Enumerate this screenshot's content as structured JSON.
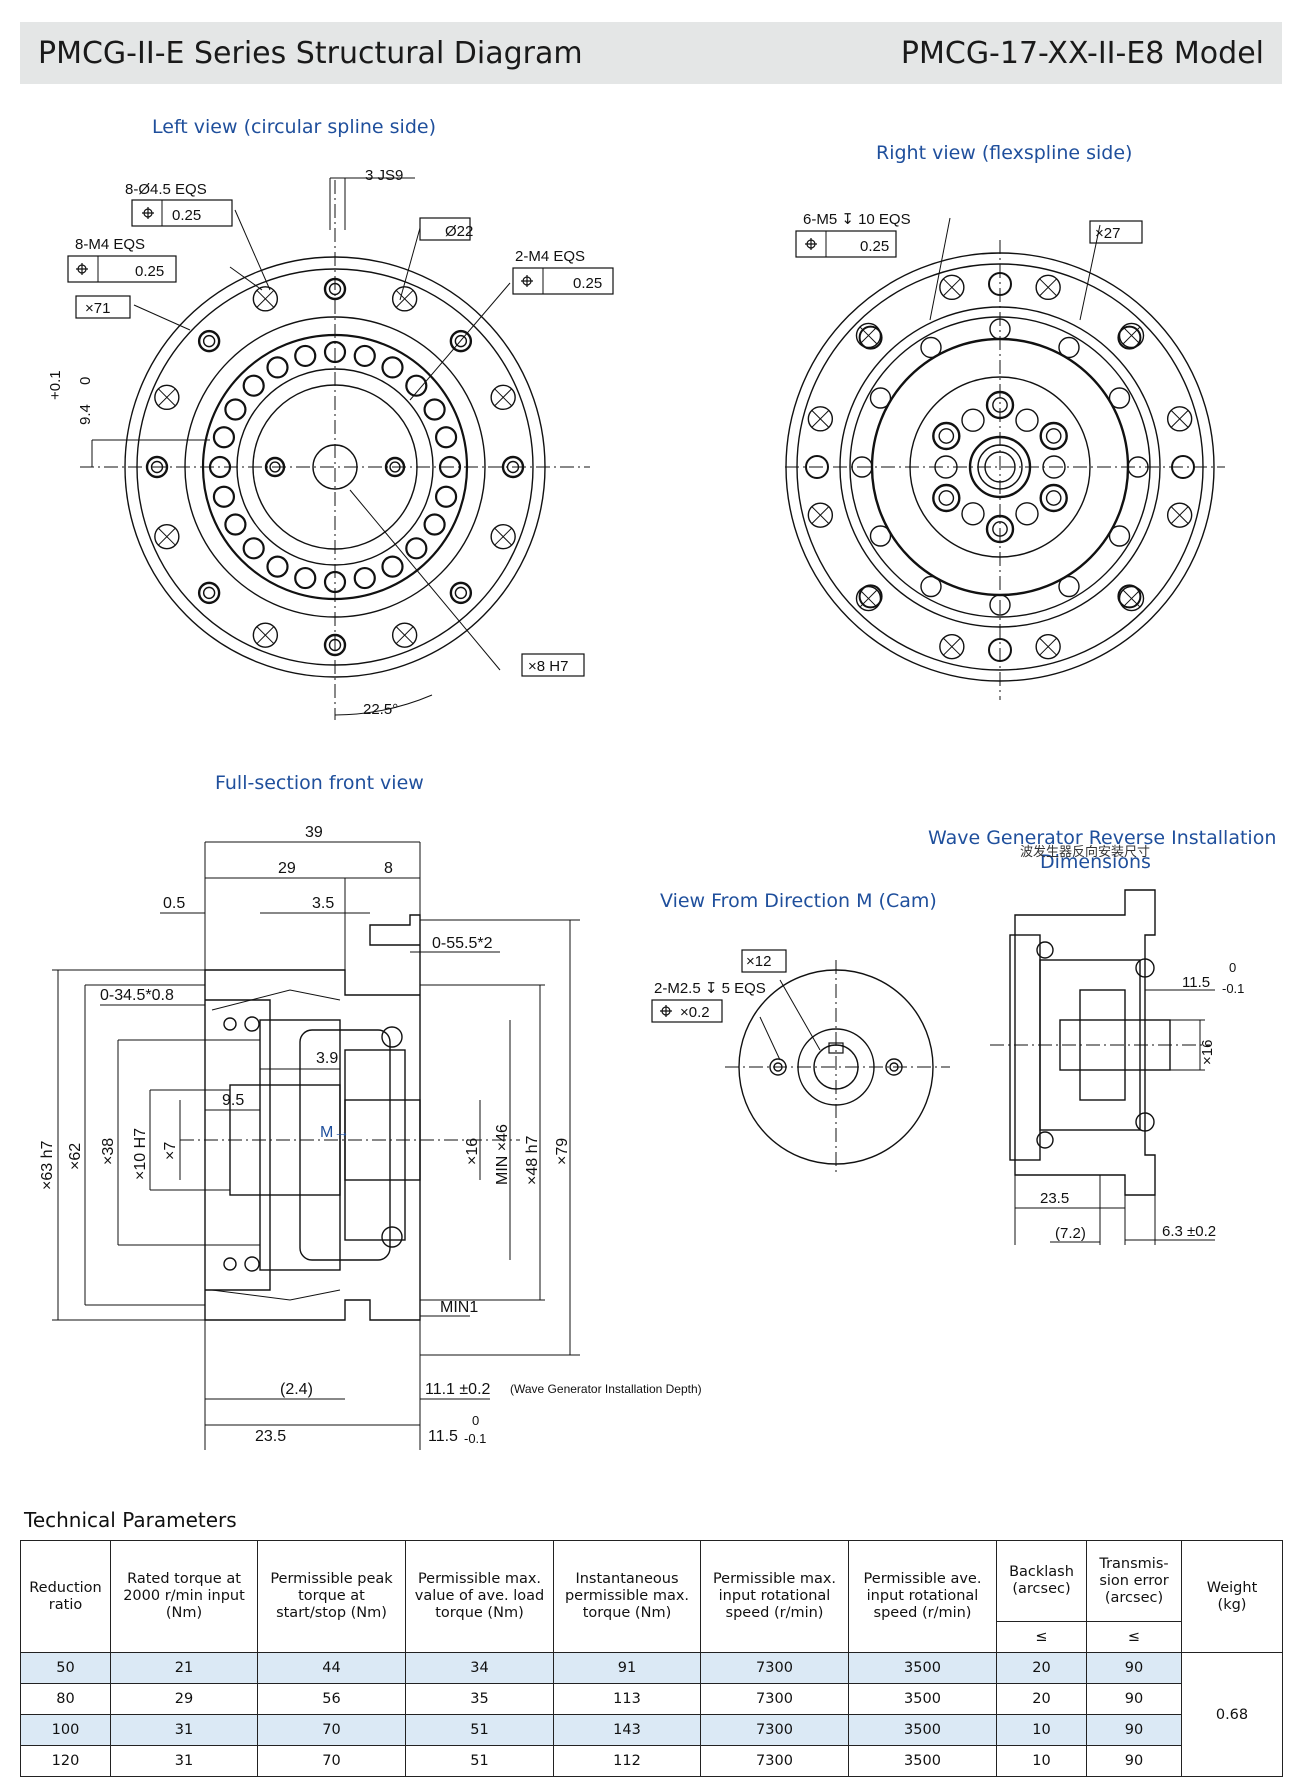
{
  "header": {
    "left_title": "PMCG-II-E Series Structural Diagram",
    "right_title": "PMCG-17-XX-II-E8 Model"
  },
  "views": {
    "left": "Left view (circular spline side)",
    "right": "Right view (flexspline side)",
    "front": "Full-section front view",
    "wg_line1": "Wave Generator Reverse Installation",
    "wg_line2": "Dimensions",
    "wg_cn": "波发生器反向安装尺寸",
    "cam": "View From Direction M (Cam)"
  },
  "dims_left": {
    "holes8": "8-Ø4.5 EQS",
    "tol8": "0.25",
    "slot": "3 JS9",
    "d22": "Ø22",
    "m4_8": "8-M4 EQS",
    "tol_m4": "0.25",
    "m4_2": "2-M4 EQS",
    "tol_m4b": "0.25",
    "d71": "×71",
    "tol_top": "+0.1",
    "tol_bot": "0",
    "h94": "9.4",
    "d8h7": "×8 H7",
    "angle": "22.5°"
  },
  "dims_right": {
    "m5": "6-M5 ↧ 10 EQS",
    "tol": "0.25",
    "d27": "×27"
  },
  "dims_front": {
    "l39": "39",
    "l29": "29",
    "l8": "8",
    "l05": "0.5",
    "l35": "3.5",
    "c555": "0-55.5*2",
    "c345": "0-34.5*0.8",
    "l39b": "3.9",
    "l95": "9.5",
    "d63": "×63 h7",
    "d62": "×62",
    "d38": "×38",
    "d10": "×10 H7",
    "d7": "×7",
    "d16": "×16",
    "min46": "MIN ×46",
    "d48": "×48 h7",
    "d79": "×79",
    "m": "M→",
    "min1": "MIN1",
    "l24": "(2.4)",
    "l111": "11.1 ±0.2",
    "wg_depth": "(Wave Generator Installation Depth)",
    "l235": "23.5",
    "l115": "11.5",
    "tu": "0",
    "tl": "-0.1"
  },
  "dims_cam": {
    "d12": "×12",
    "m25": "2-M2.5 ↧ 5 EQS",
    "tol": "×0.2"
  },
  "dims_wg": {
    "l115": "11.5",
    "tu": "0",
    "tl": "-0.1",
    "d16": "×16",
    "l235": "23.5",
    "l72": "(7.2)",
    "l63": "6.3 ±0.2"
  },
  "table": {
    "title": "Technical Parameters",
    "headers": [
      [
        "Reduction",
        "ratio"
      ],
      [
        "Rated torque at",
        "2000 r/min input",
        "(Nm)"
      ],
      [
        "Permissible peak",
        "torque at",
        "start/stop (Nm)"
      ],
      [
        "Permissible max.",
        "value of ave. load",
        "torque (Nm)"
      ],
      [
        "Instantaneous",
        "permissible max.",
        "torque (Nm)"
      ],
      [
        "Permissible max.",
        "input rotational",
        "speed (r/min)"
      ],
      [
        "Permissible ave.",
        "input rotational",
        "speed (r/min)"
      ],
      [
        "Backlash",
        "(arcsec)"
      ],
      [
        "Transmis-",
        "sion error",
        "(arcsec)"
      ],
      [
        "Weight",
        "(kg)"
      ]
    ],
    "le": "≤",
    "rows": [
      [
        "50",
        "21",
        "44",
        "34",
        "91",
        "7300",
        "3500",
        "20",
        "90"
      ],
      [
        "80",
        "29",
        "56",
        "35",
        "113",
        "7300",
        "3500",
        "20",
        "90"
      ],
      [
        "100",
        "31",
        "70",
        "51",
        "143",
        "7300",
        "3500",
        "10",
        "90"
      ],
      [
        "120",
        "31",
        "70",
        "51",
        "112",
        "7300",
        "3500",
        "10",
        "90"
      ]
    ],
    "weight": "0.68"
  }
}
